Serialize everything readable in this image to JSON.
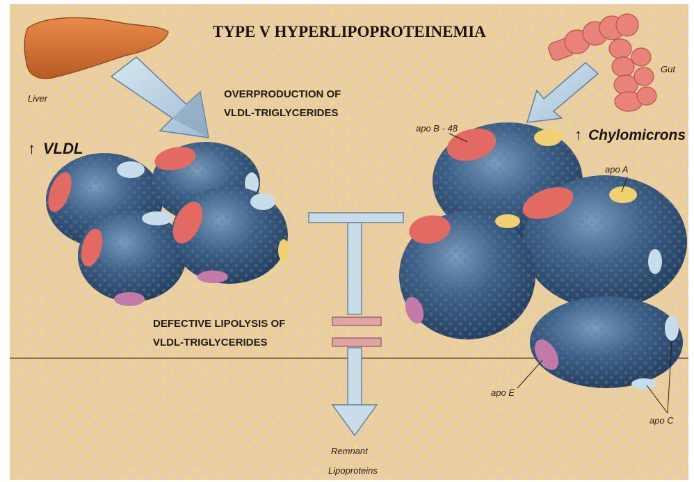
{
  "title": "TYPE V HYPERLIPOPROTEINEMIA",
  "labels": {
    "liver": "Liver",
    "gut": "Gut",
    "vldl": "VLDL",
    "chylomicrons": "Chylomicrons",
    "overproduction_line1": "OVERPRODUCTION OF",
    "overproduction_line2": "VLDL-TRIGLYCERIDES",
    "defective_line1": "DEFECTIVE LIPOLYSIS OF",
    "defective_line2": "VLDL-TRIGLYCERIDES",
    "apo_b48": "apo B - 48",
    "apo_a": "apo A",
    "apo_e": "apo E",
    "apo_c": "apo C",
    "remnant_line1": "Remnant",
    "remnant_line2": "Lipoproteins",
    "up_arrow_symbol": "↑"
  },
  "colors": {
    "background": "#e9cfa6",
    "dots": "#f2d47a",
    "sphere": "#3d5a86",
    "apo_red": "#e06a63",
    "apo_yellow": "#f0d070",
    "apo_pink": "#c47aa8",
    "apo_light": "#b7cde0",
    "liver": "#d2733a",
    "gut": "#e9837a",
    "arrow": "#b9d2e4"
  }
}
